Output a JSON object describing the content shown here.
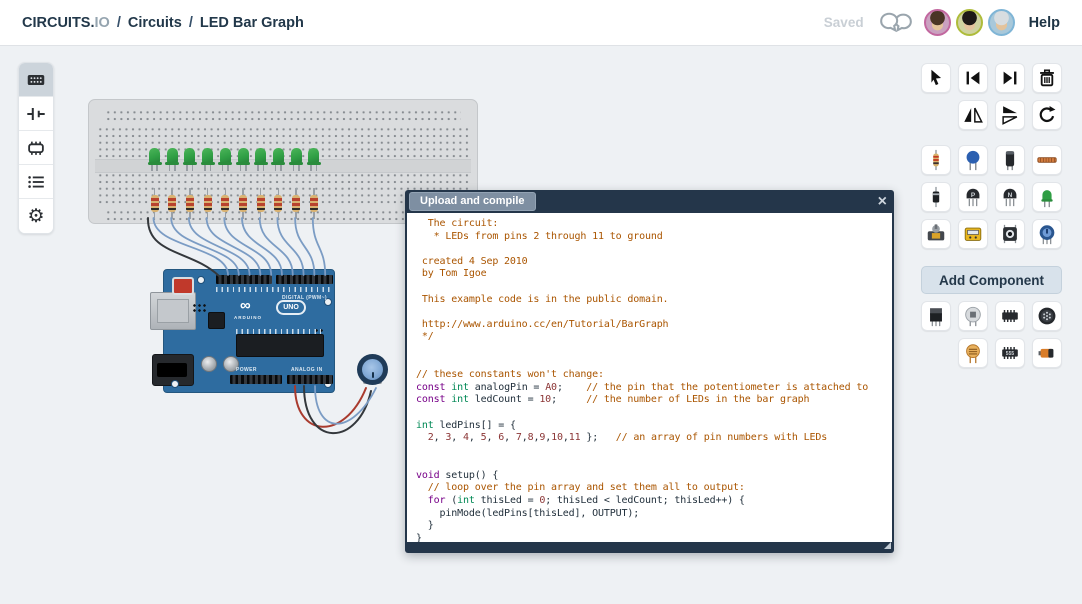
{
  "header": {
    "brand_primary": "CIRCUITS.",
    "brand_secondary": "IO",
    "separator": "/",
    "breadcrumb_items": [
      "Circuits",
      "LED Bar Graph"
    ],
    "saved_label": "Saved",
    "help_label": "Help",
    "avatars": [
      {
        "name": "collaborator-1",
        "ring_color": "#c2679f",
        "hair_color": "#4a3526",
        "bg_color": "#caa1c0"
      },
      {
        "name": "collaborator-2",
        "ring_color": "#aebc3a",
        "hair_color": "#1e1a17",
        "bg_color": "#cfd3a0"
      },
      {
        "name": "collaborator-3",
        "ring_color": "#7fb5d6",
        "hair_color": "#d8dde0",
        "bg_color": "#a8c8da"
      }
    ]
  },
  "left_toolbar": {
    "items": [
      {
        "name": "breadboard-view",
        "icon": "breadboard",
        "selected": true
      },
      {
        "name": "schematic-view",
        "icon": "schematic",
        "selected": false
      },
      {
        "name": "pcb-view",
        "icon": "chip",
        "selected": false
      },
      {
        "name": "components-list",
        "icon": "list",
        "selected": false
      },
      {
        "name": "settings",
        "icon": "gear",
        "selected": false
      }
    ]
  },
  "right_toolbar": {
    "rows": [
      [
        "select",
        "skip-to-start",
        "skip-to-end",
        "delete"
      ],
      [
        null,
        "flip-horizontal",
        "flip-vertical",
        "rotate"
      ]
    ]
  },
  "palette": {
    "components_top": [
      "resistor",
      "ceramic-capacitor",
      "electrolytic-capacitor",
      "wire-strip",
      "diode",
      "pnp-transistor",
      "npn-transistor",
      "green-led",
      "dc-motor",
      "multimeter",
      "pushbutton",
      "potentiometer"
    ],
    "add_component_label": "Add Component",
    "components_bottom_row1": [
      "voltage-regulator",
      "light-sensor",
      "dip-ic",
      "speaker"
    ],
    "components_bottom_row2": [
      "photoresistor",
      "timer-555",
      "battery"
    ],
    "icon_texts": {
      "pnp": "P",
      "npn": "N",
      "timer": "555"
    }
  },
  "editor": {
    "title_button": "Upload and compile",
    "close_glyph": "×",
    "syntax_colors": {
      "comment": "#aa5500",
      "keyword": "#770088",
      "type": "#008855",
      "number": "#8b3535",
      "plain": "#22303c"
    },
    "lines": [
      [
        [
          "c",
          "  The circuit:"
        ]
      ],
      [
        [
          "c",
          "   * LEDs from pins 2 through 11 to ground"
        ]
      ],
      [],
      [
        [
          "c",
          " created 4 Sep 2010"
        ]
      ],
      [
        [
          "c",
          " by Tom Igoe"
        ]
      ],
      [],
      [
        [
          "c",
          " This example code is in the public domain."
        ]
      ],
      [],
      [
        [
          "c",
          " http://www.arduino.cc/en/Tutorial/BarGraph"
        ]
      ],
      [
        [
          "c",
          " */"
        ]
      ],
      [],
      [],
      [
        [
          "c",
          "// these constants won't change:"
        ]
      ],
      [
        [
          "k",
          "const"
        ],
        [
          "p",
          " "
        ],
        [
          "t",
          "int"
        ],
        [
          "p",
          " analogPin = "
        ],
        [
          "n",
          "A0"
        ],
        [
          "p",
          ";    "
        ],
        [
          "c",
          "// the pin that the potentiometer is attached to"
        ]
      ],
      [
        [
          "k",
          "const"
        ],
        [
          "p",
          " "
        ],
        [
          "t",
          "int"
        ],
        [
          "p",
          " ledCount = "
        ],
        [
          "n",
          "10"
        ],
        [
          "p",
          ";     "
        ],
        [
          "c",
          "// the number of LEDs in the bar graph"
        ]
      ],
      [],
      [
        [
          "t",
          "int"
        ],
        [
          "p",
          " ledPins[] = {"
        ]
      ],
      [
        [
          "p",
          "  "
        ],
        [
          "n",
          "2"
        ],
        [
          "p",
          ", "
        ],
        [
          "n",
          "3"
        ],
        [
          "p",
          ", "
        ],
        [
          "n",
          "4"
        ],
        [
          "p",
          ", "
        ],
        [
          "n",
          "5"
        ],
        [
          "p",
          ", "
        ],
        [
          "n",
          "6"
        ],
        [
          "p",
          ", "
        ],
        [
          "n",
          "7"
        ],
        [
          "p",
          ","
        ],
        [
          "n",
          "8"
        ],
        [
          "p",
          ","
        ],
        [
          "n",
          "9"
        ],
        [
          "p",
          ","
        ],
        [
          "n",
          "10"
        ],
        [
          "p",
          ","
        ],
        [
          "n",
          "11"
        ],
        [
          "p",
          " };   "
        ],
        [
          "c",
          "// an array of pin numbers with LEDs"
        ]
      ],
      [],
      [],
      [
        [
          "k",
          "void"
        ],
        [
          "p",
          " setup() {"
        ]
      ],
      [
        [
          "p",
          "  "
        ],
        [
          "c",
          "// loop over the pin array and set them all to output:"
        ]
      ],
      [
        [
          "p",
          "  "
        ],
        [
          "k",
          "for"
        ],
        [
          "p",
          " ("
        ],
        [
          "t",
          "int"
        ],
        [
          "p",
          " thisLed = "
        ],
        [
          "n",
          "0"
        ],
        [
          "p",
          "; thisLed < ledCount; thisLed++) {"
        ]
      ],
      [
        [
          "p",
          "    pinMode(ledPins[thisLed], OUTPUT);"
        ]
      ],
      [
        [
          "p",
          "  }"
        ]
      ],
      [
        [
          "p",
          "}"
        ]
      ]
    ]
  },
  "circuit": {
    "led_count": 10,
    "led_color": "#2f9e44",
    "resistor_body_color": "#d9b271",
    "signal_wire_color": "#7b9cc4",
    "ground_wire_color": "#34383c",
    "power_wire_color": "#a93b2e",
    "arduino": {
      "board_color": "#2e6ca0",
      "labels": {
        "infinity": "∞",
        "brand": "ARDUINO",
        "model": "UNO",
        "digital": "DIGITAL (PWM~)",
        "power": "POWER",
        "analog": "ANALOG IN"
      }
    }
  }
}
